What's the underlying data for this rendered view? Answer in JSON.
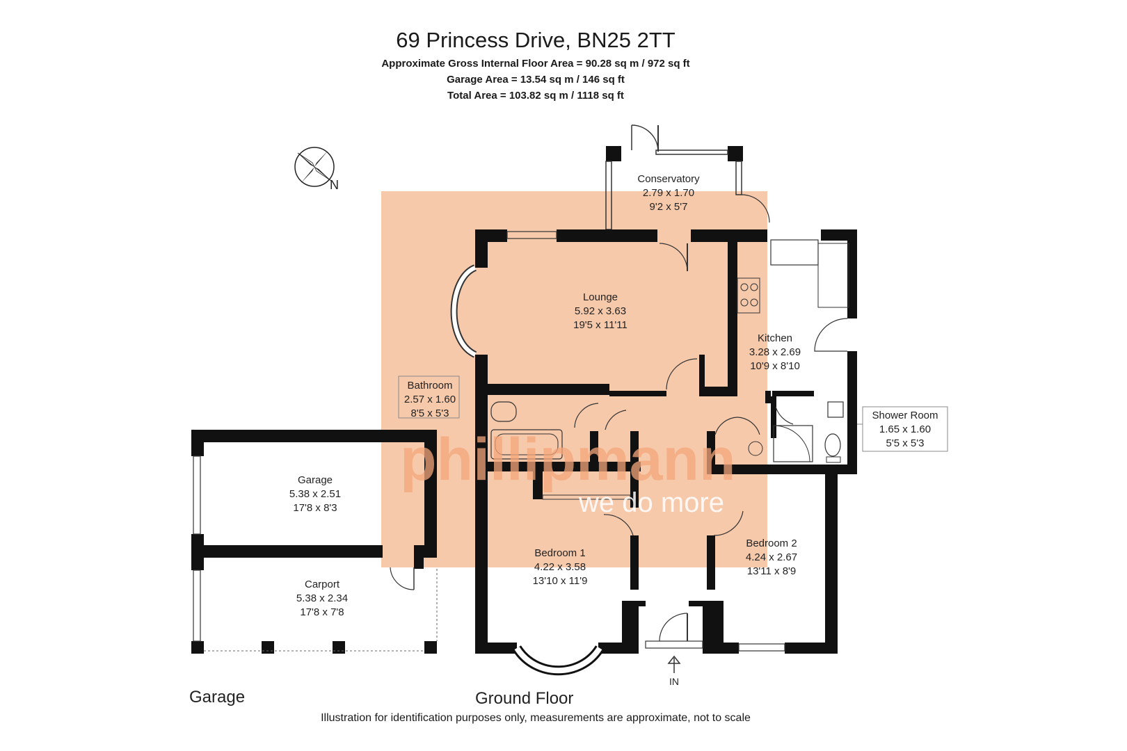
{
  "header": {
    "title": "69 Princess Drive, BN25 2TT",
    "area_gross": "Approximate Gross Internal Floor Area = 90.28 sq m / 972 sq ft",
    "area_garage": "Garage Area = 13.54 sq m / 146 sq ft",
    "area_total": "Total Area = 103.82 sq m / 1118 sq ft"
  },
  "compass": {
    "label": "N",
    "icon": "compass-rose-icon"
  },
  "rooms": {
    "conservatory": {
      "name": "Conservatory",
      "metric": "2.79 x 1.70",
      "imperial": "9'2 x 5'7"
    },
    "lounge": {
      "name": "Lounge",
      "metric": "5.92 x 3.63",
      "imperial": "19'5 x 11'11"
    },
    "kitchen": {
      "name": "Kitchen",
      "metric": "3.28 x 2.69",
      "imperial": "10'9 x 8'10"
    },
    "bathroom": {
      "name": "Bathroom",
      "metric": "2.57 x 1.60",
      "imperial": "8'5 x 5'3"
    },
    "shower": {
      "name": "Shower Room",
      "metric": "1.65 x 1.60",
      "imperial": "5'5 x 5'3"
    },
    "garage": {
      "name": "Garage",
      "metric": "5.38 x 2.51",
      "imperial": "17'8 x 8'3"
    },
    "carport": {
      "name": "Carport",
      "metric": "5.38 x 2.34",
      "imperial": "17'8 x 7'8"
    },
    "bedroom1": {
      "name": "Bedroom 1",
      "metric": "4.22 x 3.58",
      "imperial": "13'10 x 11'9"
    },
    "bedroom2": {
      "name": "Bedroom 2",
      "metric": "4.24 x 2.67",
      "imperial": "13'11 x 8'9"
    }
  },
  "entrance": {
    "label": "IN"
  },
  "floor_labels": {
    "garage": "Garage",
    "ground": "Ground Floor"
  },
  "watermark": {
    "brand": "phillipmann",
    "tagline": "we do more",
    "color": "#f4a57a"
  },
  "footer": {
    "disclaimer": "Illustration for identification purposes only, measurements are approximate, not to scale"
  },
  "colors": {
    "wall": "#111111",
    "watermark_bg": "#f7c9ab"
  }
}
